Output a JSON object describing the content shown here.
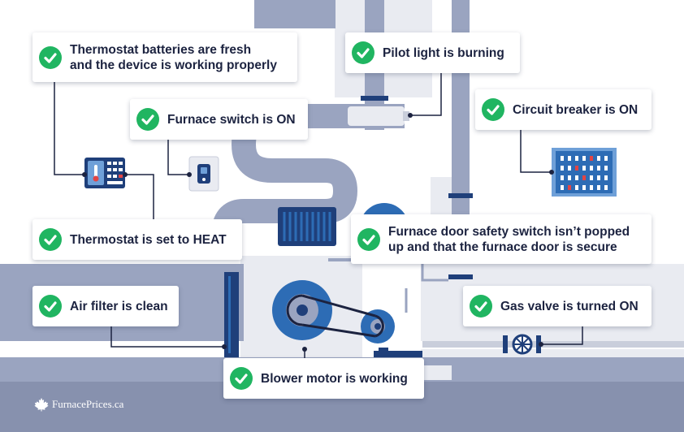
{
  "colors": {
    "background": "#ffffff",
    "pipe": "#9aa4c0",
    "pipe_dark": "#8791ae",
    "light_block": "#e9ebf1",
    "navy": "#1f3f7a",
    "blue": "#2d6cb5",
    "check": "#20b561"
  },
  "callouts": {
    "thermostat_batteries": "Thermostat batteries are fresh\nand the device is working properly",
    "pilot_light": "Pilot light is burning",
    "furnace_switch": "Furnace switch is ON",
    "circuit_breaker": "Circuit breaker is ON",
    "thermostat_heat": "Thermostat is set to HEAT",
    "door_safety_switch": "Furnace door safety switch isn’t popped\nup and that the furnace door is secure",
    "air_filter": "Air filter is clean",
    "gas_valve": "Gas valve is turned ON",
    "blower_motor": "Blower motor is working"
  },
  "brand": {
    "logo_icon": "maple-leaf-icon",
    "name": "FurnacePrices.ca"
  }
}
